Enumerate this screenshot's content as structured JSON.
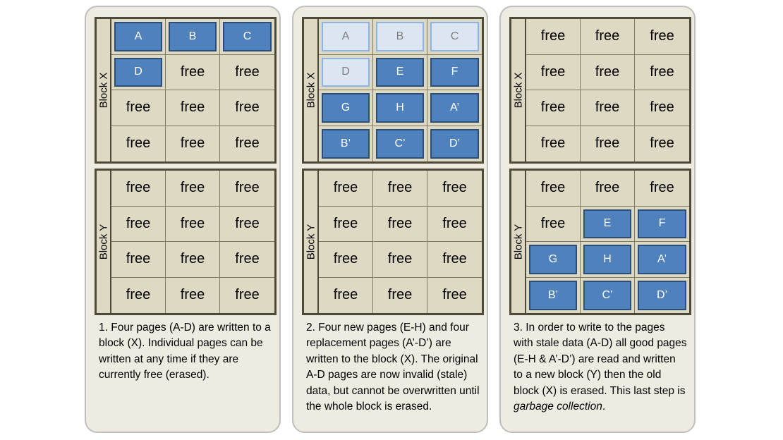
{
  "panels": [
    {
      "block_x_label": "Block X",
      "block_y_label": "Block Y",
      "block_x": [
        {
          "text": "A",
          "state": "valid"
        },
        {
          "text": "B",
          "state": "valid"
        },
        {
          "text": "C",
          "state": "valid"
        },
        {
          "text": "D",
          "state": "valid"
        },
        {
          "text": "free",
          "state": "free"
        },
        {
          "text": "free",
          "state": "free"
        },
        {
          "text": "free",
          "state": "free"
        },
        {
          "text": "free",
          "state": "free"
        },
        {
          "text": "free",
          "state": "free"
        },
        {
          "text": "free",
          "state": "free"
        },
        {
          "text": "free",
          "state": "free"
        },
        {
          "text": "free",
          "state": "free"
        }
      ],
      "block_y": [
        {
          "text": "free",
          "state": "free"
        },
        {
          "text": "free",
          "state": "free"
        },
        {
          "text": "free",
          "state": "free"
        },
        {
          "text": "free",
          "state": "free"
        },
        {
          "text": "free",
          "state": "free"
        },
        {
          "text": "free",
          "state": "free"
        },
        {
          "text": "free",
          "state": "free"
        },
        {
          "text": "free",
          "state": "free"
        },
        {
          "text": "free",
          "state": "free"
        },
        {
          "text": "free",
          "state": "free"
        },
        {
          "text": "free",
          "state": "free"
        },
        {
          "text": "free",
          "state": "free"
        }
      ],
      "caption": "1. Four pages (A-D) are written to a block (X). Individual pages can be written at any time if they are currently free (erased).",
      "caption_italic": "",
      "caption_end": ""
    },
    {
      "block_x_label": "Block X",
      "block_y_label": "Block Y",
      "block_x": [
        {
          "text": "A",
          "state": "stale"
        },
        {
          "text": "B",
          "state": "stale"
        },
        {
          "text": "C",
          "state": "stale"
        },
        {
          "text": "D",
          "state": "stale"
        },
        {
          "text": "E",
          "state": "valid"
        },
        {
          "text": "F",
          "state": "valid"
        },
        {
          "text": "G",
          "state": "valid"
        },
        {
          "text": "H",
          "state": "valid"
        },
        {
          "text": "A’",
          "state": "valid"
        },
        {
          "text": "B’",
          "state": "valid"
        },
        {
          "text": "C’",
          "state": "valid"
        },
        {
          "text": "D’",
          "state": "valid"
        }
      ],
      "block_y": [
        {
          "text": "free",
          "state": "free"
        },
        {
          "text": "free",
          "state": "free"
        },
        {
          "text": "free",
          "state": "free"
        },
        {
          "text": "free",
          "state": "free"
        },
        {
          "text": "free",
          "state": "free"
        },
        {
          "text": "free",
          "state": "free"
        },
        {
          "text": "free",
          "state": "free"
        },
        {
          "text": "free",
          "state": "free"
        },
        {
          "text": "free",
          "state": "free"
        },
        {
          "text": "free",
          "state": "free"
        },
        {
          "text": "free",
          "state": "free"
        },
        {
          "text": "free",
          "state": "free"
        }
      ],
      "caption": "2. Four new pages (E-H) and four replacement pages (A’-D’) are written to the block (X). The original A-D pages are now invalid (stale) data, but cannot be overwritten until the whole block is erased.",
      "caption_italic": "",
      "caption_end": ""
    },
    {
      "block_x_label": "Block X",
      "block_y_label": "Block Y",
      "block_x": [
        {
          "text": "free",
          "state": "free"
        },
        {
          "text": "free",
          "state": "free"
        },
        {
          "text": "free",
          "state": "free"
        },
        {
          "text": "free",
          "state": "free"
        },
        {
          "text": "free",
          "state": "free"
        },
        {
          "text": "free",
          "state": "free"
        },
        {
          "text": "free",
          "state": "free"
        },
        {
          "text": "free",
          "state": "free"
        },
        {
          "text": "free",
          "state": "free"
        },
        {
          "text": "free",
          "state": "free"
        },
        {
          "text": "free",
          "state": "free"
        },
        {
          "text": "free",
          "state": "free"
        }
      ],
      "block_y": [
        {
          "text": "free",
          "state": "free"
        },
        {
          "text": "free",
          "state": "free"
        },
        {
          "text": "free",
          "state": "free"
        },
        {
          "text": "free",
          "state": "free"
        },
        {
          "text": "E",
          "state": "valid"
        },
        {
          "text": "F",
          "state": "valid"
        },
        {
          "text": "G",
          "state": "valid"
        },
        {
          "text": "H",
          "state": "valid"
        },
        {
          "text": "A’",
          "state": "valid"
        },
        {
          "text": "B’",
          "state": "valid"
        },
        {
          "text": "C’",
          "state": "valid"
        },
        {
          "text": "D’",
          "state": "valid"
        }
      ],
      "caption": "3. In order to write to the pages with stale data (A-D) all good pages (E-H & A’-D’) are read and written to a new block (Y) then the old block (X) is erased. This last step is ",
      "caption_italic": "garbage collection",
      "caption_end": "."
    }
  ],
  "colors": {
    "panel_bg": "#eeece1",
    "valid_page": "#4f81bd",
    "stale_page": "#dce6f2",
    "block_border": "#4d4a3a"
  }
}
